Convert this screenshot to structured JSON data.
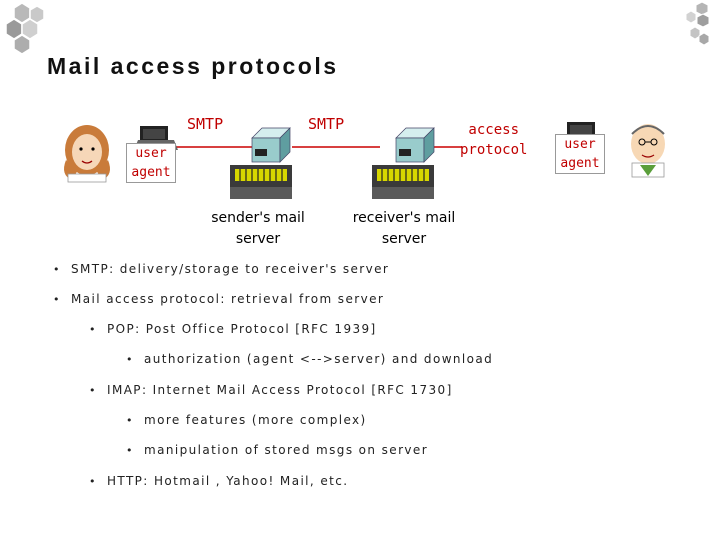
{
  "title": "Mail access protocols",
  "diagram": {
    "smtp_left": "SMTP",
    "smtp_right": "SMTP",
    "access_protocol": [
      "access",
      "protocol"
    ],
    "user_agent_left": [
      "user",
      "agent"
    ],
    "user_agent_right": [
      "user",
      "agent"
    ],
    "sender_server": [
      "sender's mail",
      "server"
    ],
    "receiver_server": [
      "receiver's mail",
      "server"
    ]
  },
  "bullets": [
    {
      "level": 1,
      "text": "SMTP: delivery/storage to receiver's server"
    },
    {
      "level": 1,
      "text": "Mail access protocol: retrieval from server"
    },
    {
      "level": 2,
      "text": "POP: Post Office Protocol [RFC 1939]"
    },
    {
      "level": 3,
      "text": "authorization (agent <-->server) and download"
    },
    {
      "level": 2,
      "text": "IMAP: Internet Mail Access Protocol [RFC 1730]"
    },
    {
      "level": 3,
      "text": "more features (more complex)"
    },
    {
      "level": 3,
      "text": "manipulation of stored msgs on server"
    },
    {
      "level": 2,
      "text": "HTTP: Hotmail , Yahoo! Mail, etc."
    }
  ],
  "colors": {
    "label_red": "#c00000",
    "hex_gray": "#b8b8b8",
    "server_teal": "#99cccc",
    "link_red": "#cc0000"
  }
}
